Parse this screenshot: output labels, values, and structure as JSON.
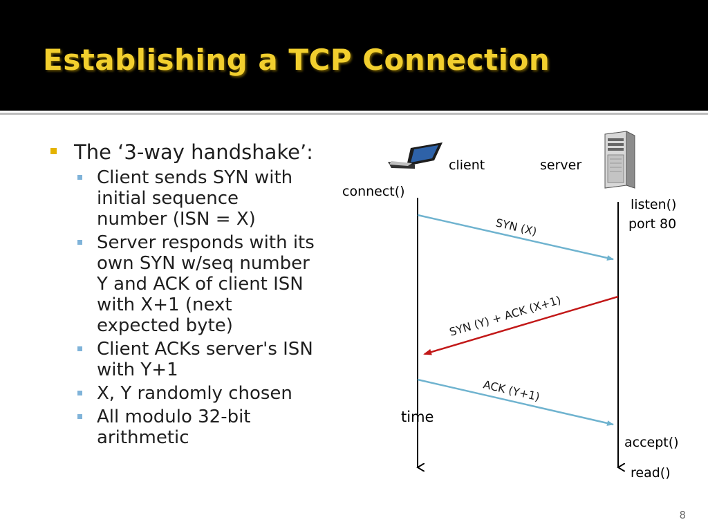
{
  "slide": {
    "title": "Establishing a TCP Connection",
    "page_number": "8"
  },
  "bullets": {
    "main": "The ‘3-way handshake’:",
    "items": [
      "Client sends SYN with\ninitial sequence\nnumber (ISN = X)",
      "Server responds with its\nown SYN w/seq number\nY and ACK of client ISN\nwith X+1 (next\nexpected byte)",
      "Client ACKs server's ISN\nwith Y+1",
      "X, Y randomly chosen",
      "All modulo 32-bit\narithmetic"
    ]
  },
  "diagram": {
    "client_label": "client",
    "server_label": "server",
    "connect_label": "connect()",
    "listen_label": "listen()",
    "port_label": "port 80",
    "time_label": "time",
    "accept_label": "accept()",
    "read_label": "read()",
    "msg_syn": "SYN (X)",
    "msg_synack": "SYN (Y) + ACK (X+1)",
    "msg_ack": "ACK (Y+1)",
    "colors": {
      "client_to_server": "#6fb3cf",
      "server_to_client": "#c21818"
    },
    "icons": [
      "laptop-icon",
      "server-tower-icon"
    ]
  }
}
